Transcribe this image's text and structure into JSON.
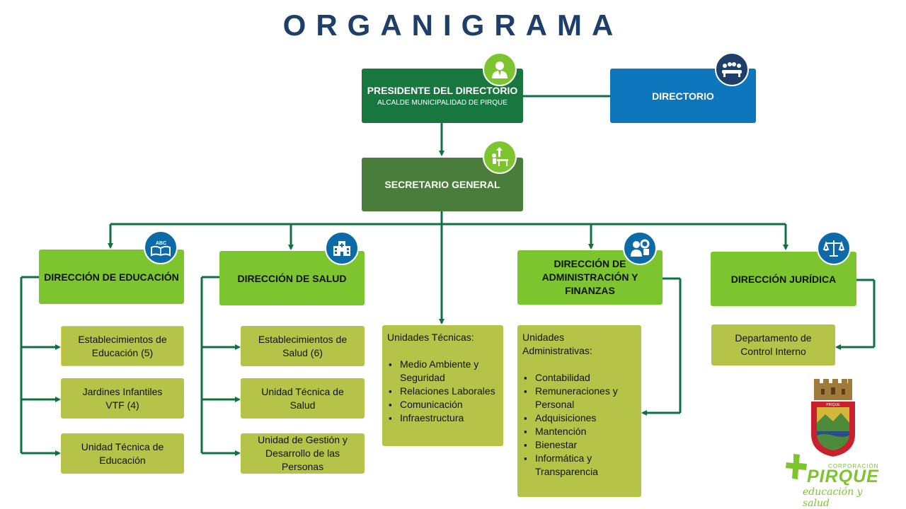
{
  "title": "ORGANIGRAMA",
  "colors": {
    "dark_green": "#17773f",
    "mid_green": "#4a7c3b",
    "lime": "#7cc52e",
    "olive": "#b5c448",
    "blue": "#0d76bd",
    "navy": "#1f3f6b",
    "line": "#0f7042"
  },
  "presidente": {
    "title": "PRESIDENTE DEL DIRECTORIO",
    "subtitle": "ALCALDE MUNICIPALIDAD DE PIRQUE",
    "icon": "person-icon"
  },
  "directorio": {
    "title": "DIRECTORIO",
    "icon": "board-meeting-icon"
  },
  "secretario": {
    "title": "SECRETARIO GENERAL",
    "icon": "executive-desk-icon"
  },
  "educacion": {
    "title": "DIRECCIÓN DE EDUCACIÓN",
    "icon": "abc-book-icon",
    "units": [
      "Establecimientos de Educación (5)",
      "Jardines Infantiles VTF (4)",
      "Unidad Técnica de Educación"
    ]
  },
  "salud": {
    "title": "DIRECCIÓN DE SALUD",
    "icon": "hospital-icon",
    "units": [
      "Establecimientos de Salud (6)",
      "Unidad Técnica de Salud",
      "Unidad de Gestión y Desarrollo de las Personas"
    ]
  },
  "tecnicas": {
    "heading": "Unidades Técnicas:",
    "items": [
      "Medio Ambiente y Seguridad",
      "Relaciones Laborales",
      "Comunicación",
      "Infraestructura"
    ]
  },
  "administracion": {
    "title": "DIRECCIÓN DE ADMINISTRACIÓN Y FINANZAS",
    "icon": "gears-person-icon",
    "heading": "Unidades Administrativas:",
    "items": [
      "Contabilidad",
      "Remuneraciones y Personal",
      "Adquisiciones",
      "Mantención",
      "Bienestar",
      "Informática y Transparencia"
    ]
  },
  "juridica": {
    "title": "DIRECCIÓN JURÍDICA",
    "icon": "scales-icon",
    "unit": "Departamento de Control Interno"
  },
  "logo": {
    "crest_label": "PIRQUE",
    "corp": "CORPORACIÓN",
    "name": "PIRQUE",
    "tagline": "educación y salud"
  }
}
